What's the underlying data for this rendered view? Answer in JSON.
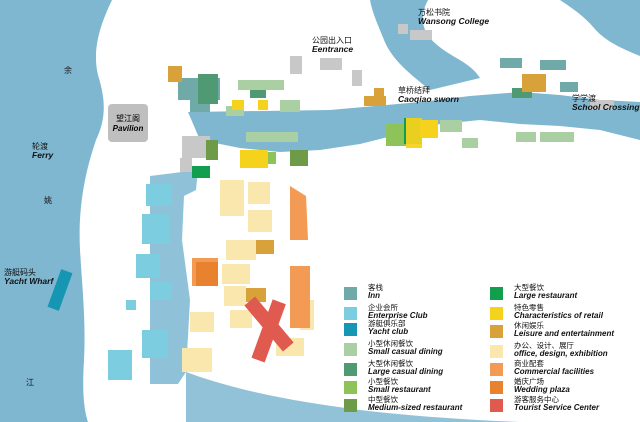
{
  "colors": {
    "water": "#7fb7d1",
    "water_dark": "#6aa8c6",
    "inn": "#6fa9a8",
    "enterprise_club": "#7ccde0",
    "yacht_club": "#1796b3",
    "small_casual_dining": "#a9cfa3",
    "large_casual_dining": "#4f9a72",
    "small_restaurant": "#8ec35a",
    "medium_restaurant": "#6d9b48",
    "large_restaurant": "#119f4d",
    "retail": "#f5d21c",
    "leisure": "#d8a13a",
    "office": "#f9e7ad",
    "commercial": "#f39a55",
    "wedding": "#e9822f",
    "tourist": "#e05a4f",
    "building_grey": "#c8c8c8"
  },
  "labels": {
    "wansong": {
      "zh": "万松书院",
      "en": "Wansong College"
    },
    "entrance": {
      "zh": "公园出入口",
      "en": "Eentrance"
    },
    "caoqiao": {
      "zh": "草桥结拜",
      "en": "Caoqiao sworn"
    },
    "school_crossing": {
      "zh": "学学渡",
      "en": "School Crossing"
    },
    "pavilion": {
      "zh": "望江阁",
      "en": "Pavilion"
    },
    "ferry": {
      "zh": "轮渡",
      "en": "Ferry"
    },
    "yacht_wharf": {
      "zh": "游艇码头",
      "en": "Yacht Wharf"
    },
    "river_chars": [
      "余",
      "姚",
      "江"
    ]
  },
  "legend": [
    {
      "key": "inn",
      "zh": "客栈",
      "en": "Inn",
      "color": "#6fa9a8"
    },
    {
      "key": "enterprise_club",
      "zh": "企业会所",
      "en": "Enterprise Club",
      "color": "#7ccde0"
    },
    {
      "key": "yacht_club",
      "zh": "游艇俱乐部",
      "en": "Yacht club",
      "color": "#1796b3"
    },
    {
      "key": "small_casual_dining",
      "zh": "小型休闲餐饮",
      "en": "Small casual dining",
      "color": "#a9cfa3"
    },
    {
      "key": "large_casual_dining",
      "zh": "大型休闲餐饮",
      "en": "Large casual dining",
      "color": "#4f9a72"
    },
    {
      "key": "small_restaurant",
      "zh": "小型餐饮",
      "en": "Small restaurant",
      "color": "#8ec35a"
    },
    {
      "key": "medium_restaurant",
      "zh": "中型餐饮",
      "en": "Medium-sized restaurant",
      "color": "#6d9b48"
    },
    {
      "key": "large_restaurant",
      "zh": "大型餐饮",
      "en": "Large restaurant",
      "color": "#119f4d"
    },
    {
      "key": "retail",
      "zh": "特色零售",
      "en": "Characteristics of retail",
      "color": "#f5d21c"
    },
    {
      "key": "leisure",
      "zh": "休闲娱乐",
      "en": "Leisure and entertainment",
      "color": "#d8a13a"
    },
    {
      "key": "office",
      "zh": "办公、设计、展厅",
      "en": "office, design, exhibition",
      "color": "#f9e7ad"
    },
    {
      "key": "commercial",
      "zh": "商业配套",
      "en": "Commercial facilities",
      "color": "#f39a55"
    },
    {
      "key": "wedding",
      "zh": "婚庆广场",
      "en": "Wedding plaza",
      "color": "#e9822f"
    },
    {
      "key": "tourist",
      "zh": "游客服务中心",
      "en": "Tourist Service Center",
      "color": "#e05a4f"
    }
  ]
}
